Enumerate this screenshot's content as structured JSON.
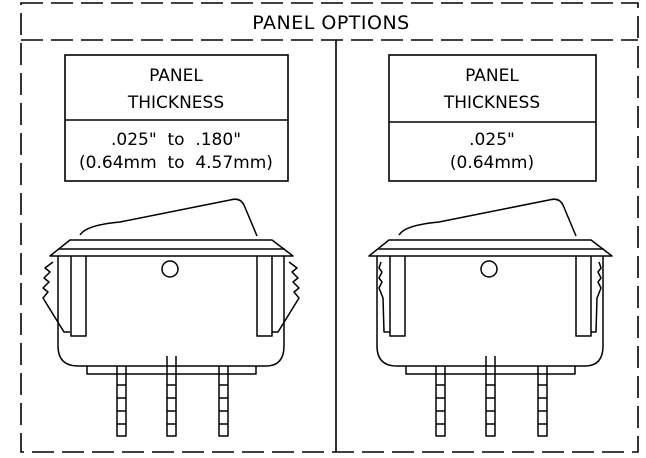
{
  "title": "PANEL OPTIONS",
  "line_color": "#000000",
  "background_color": "#ffffff",
  "left_option": {
    "header_line1": "PANEL",
    "header_line2": "THICKNESS",
    "value_line1": ".025\"  to  .180\"",
    "value_line2": "(0.64mm  to  4.57mm)"
  },
  "right_option": {
    "header_line1": "PANEL",
    "header_line2": "THICKNESS",
    "value_line1": ".025\"",
    "value_line2": "(0.64mm)"
  }
}
